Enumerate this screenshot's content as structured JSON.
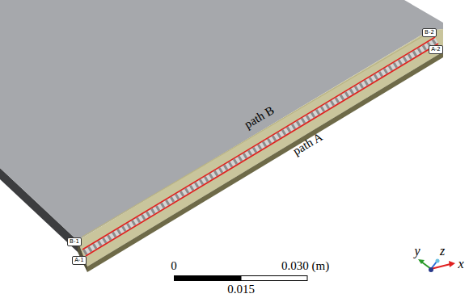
{
  "diagram": {
    "nodes": [
      {
        "text": [
          "B-2"
        ]
      },
      {
        "text": [
          "A-2"
        ]
      },
      {
        "text": [
          "B-1"
        ]
      },
      {
        "text": [
          "A-1"
        ]
      }
    ],
    "edges": [
      {
        "from": 2,
        "to": 0,
        "label": "path B",
        "arrow": "none"
      },
      {
        "from": 3,
        "to": 1,
        "label": "path A",
        "arrow": "none"
      }
    ],
    "labels": [
      "0",
      "0.030 (m)",
      "0.015",
      "y",
      "z",
      "x"
    ]
  }
}
